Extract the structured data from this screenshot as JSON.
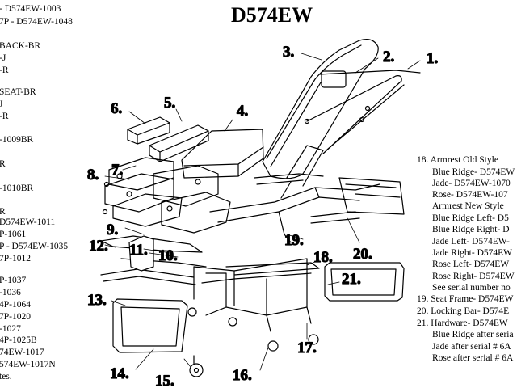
{
  "title": "D574EW",
  "left_column": [
    "- D574EW-1003",
    "7P - D574EW-1048",
    "BACK-BR",
    "-J",
    "-R",
    "SEAT-BR",
    "J",
    "-R",
    "-1009BR",
    "R",
    "-1010BR",
    "R",
    "D574EW-1011",
    "P-1061",
    "P - D574EW-1035",
    "7P-1012",
    "P-1037",
    "-1036",
    "4P-1064",
    "7P-1020",
    "-1027",
    "4P-1025B",
    "74EW-1017",
    "574EW-1017N",
    "tes."
  ],
  "right_column": [
    "18. Armrest Old Style",
    "Blue Ridge- D574EW",
    "Jade- D574EW-1070",
    "Rose- D574EW-107",
    "Armrest New Style",
    "Blue Ridge Left- D5",
    "Blue Ridge Right- D",
    "Jade Left- D574EW-",
    "Jade Right- D574EW",
    "Rose Left- D574EW",
    "Rose Right- D574EW",
    "See serial number no",
    "19. Seat Frame- D574EW",
    "20. Locking Bar- D574E",
    "21. Hardware- D574EW",
    "Blue Ridge after seria",
    "Jade after serial # 6A",
    "Rose after serial # 6A"
  ],
  "callouts": [
    "1.",
    "2.",
    "3.",
    "4.",
    "5.",
    "6.",
    "7.",
    "8.",
    "9.",
    "10.",
    "11.",
    "12.",
    "13.",
    "14.",
    "15.",
    "16.",
    "17.",
    "18.",
    "19.",
    "20.",
    "21."
  ]
}
